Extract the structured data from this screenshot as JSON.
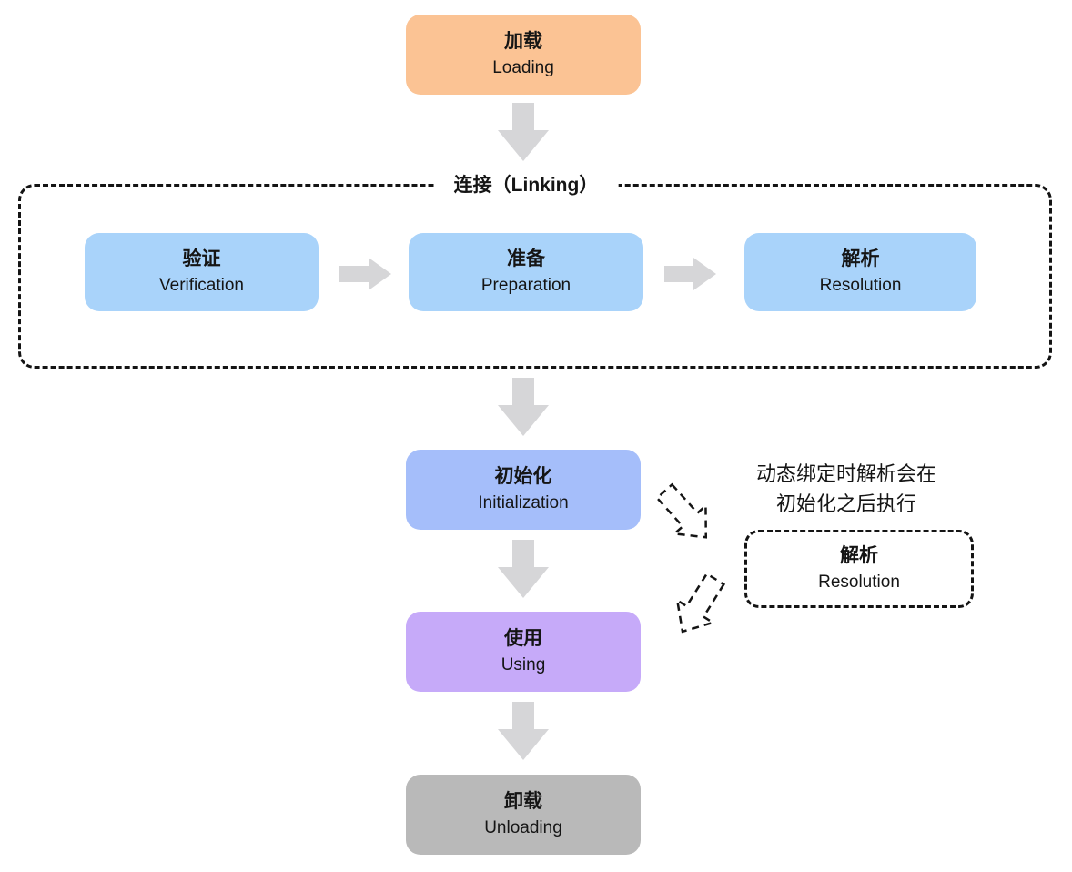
{
  "diagram": {
    "background": "#ffffff",
    "text_color": "#151515",
    "solid_arrow_color": "#D6D6D8",
    "dashed_stroke_color": "#141414"
  },
  "nodes": {
    "loading": {
      "zh": "加载",
      "en": "Loading",
      "color": "#FBC394"
    },
    "verification": {
      "zh": "验证",
      "en": "Verification",
      "color": "#A9D3FA"
    },
    "preparation": {
      "zh": "准备",
      "en": "Preparation",
      "color": "#A9D3FA"
    },
    "resolution": {
      "zh": "解析",
      "en": "Resolution",
      "color": "#A9D3FA"
    },
    "initialization": {
      "zh": "初始化",
      "en": "Initialization",
      "color": "#A5BEFA"
    },
    "resolution_note": {
      "zh": "解析",
      "en": "Resolution",
      "color": "#FFFFFF"
    },
    "using": {
      "zh": "使用",
      "en": "Using",
      "color": "#C6AAF9"
    },
    "unloading": {
      "zh": "卸载",
      "en": "Unloading",
      "color": "#B9B9B9"
    }
  },
  "linking_group": {
    "label": "连接（Linking）"
  },
  "annotation": {
    "line1": "动态绑定时解析会在",
    "line2": "初始化之后执行"
  },
  "edges": [
    {
      "from": "loading",
      "to": "linking_group",
      "style": "solid"
    },
    {
      "from": "verification",
      "to": "preparation",
      "style": "solid"
    },
    {
      "from": "preparation",
      "to": "resolution",
      "style": "solid"
    },
    {
      "from": "linking_group",
      "to": "initialization",
      "style": "solid"
    },
    {
      "from": "initialization",
      "to": "using",
      "style": "solid"
    },
    {
      "from": "using",
      "to": "unloading",
      "style": "solid"
    },
    {
      "from": "initialization",
      "to": "resolution_note",
      "style": "dashed"
    },
    {
      "from": "resolution_note",
      "to": "using",
      "style": "dashed"
    }
  ]
}
